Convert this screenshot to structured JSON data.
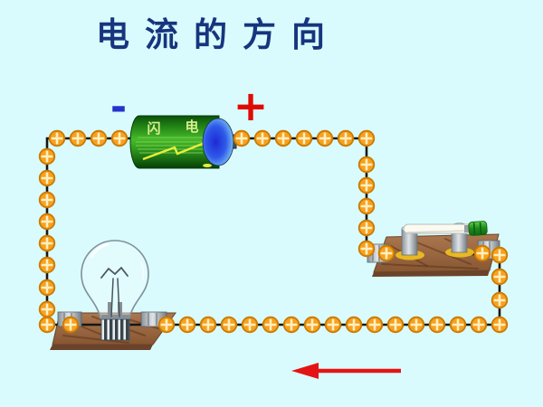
{
  "title": {
    "text": "电流的方向"
  },
  "battery": {
    "negative_label": "-",
    "positive_label": "+",
    "brand_char1": "闪",
    "brand_char2": "电"
  },
  "current": {
    "carrier_symbol": "+",
    "carrier_count": 48,
    "arrow_direction": "left"
  },
  "colors": {
    "background": "#d9fbfd",
    "title": "#17357e",
    "negative": "#2433cc",
    "positive": "#e00b00",
    "wire": "#161616",
    "charge-fill": "#f6a11f",
    "charge-ring": "#cc7a00",
    "charge-cross": "#ffefc0",
    "arrow": "#e41414",
    "battery-body": "#2f9e1e",
    "battery-cap": "#7cc2f6",
    "battery-label": "#d9ee8e",
    "wood": "#9c6a43",
    "switch-handle": "#2a9a2a"
  }
}
